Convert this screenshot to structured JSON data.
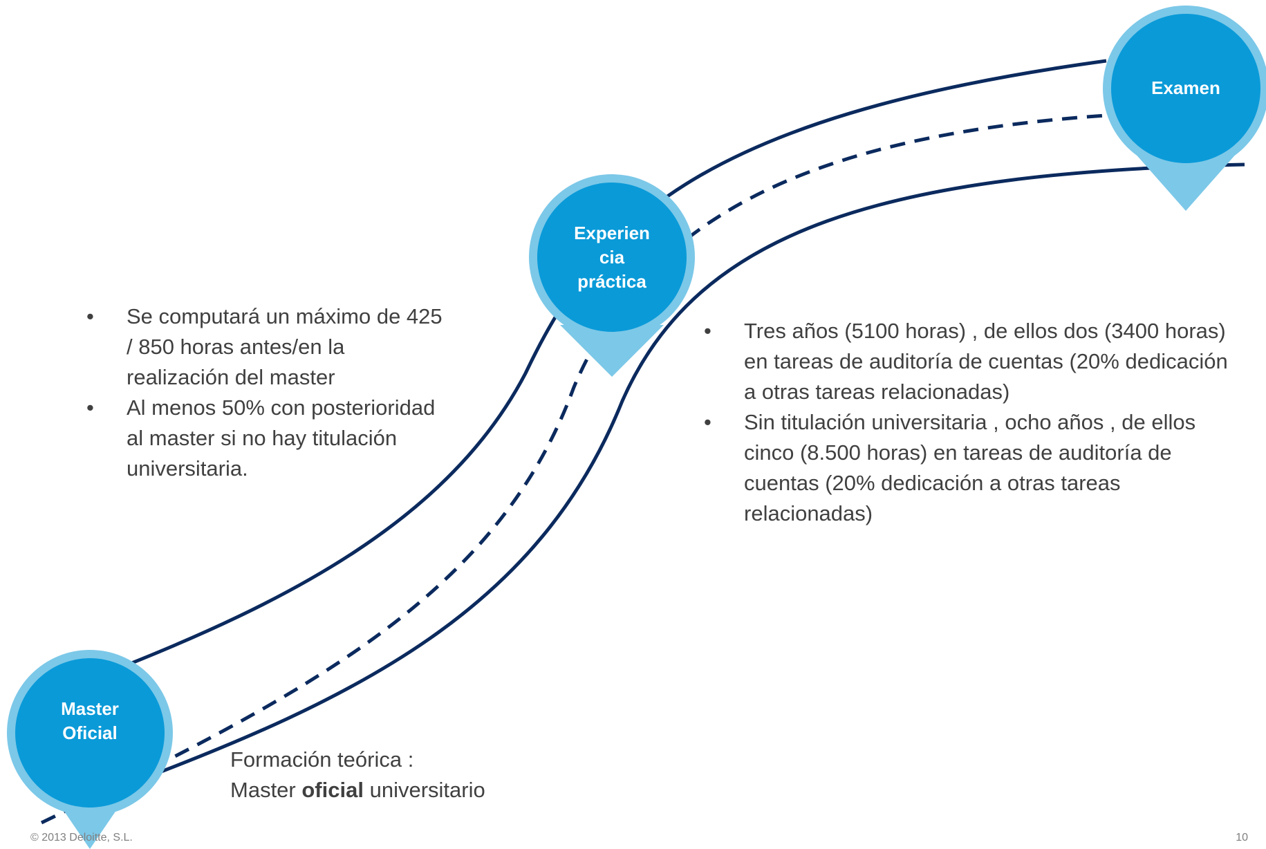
{
  "milestones": {
    "master": {
      "lines": [
        "Master",
        "Oficial"
      ]
    },
    "experience": {
      "lines": [
        "Experien",
        "cia",
        "práctica"
      ]
    },
    "exam": {
      "lines": [
        "Examen"
      ]
    }
  },
  "left_bullets": [
    "Se computará un máximo de 425 / 850 horas antes/en la realización del master",
    "Al menos 50% con posterioridad al master si no hay titulación universitaria."
  ],
  "right_bullets": [
    "Tres años (5100 horas) , de ellos dos (3400 horas) en tareas de auditoría de cuentas (20% dedicación a otras tareas relacionadas)",
    "Sin titulación universitaria , ocho años , de ellos cinco (8.500 horas) en tareas de auditoría de cuentas (20% dedicación a otras tareas relacionadas)"
  ],
  "formation": {
    "line1": "Formación teórica :",
    "line2_prefix": "Master",
    "line2_bold": "oficial",
    "line2_suffix": "universitario"
  },
  "footer": {
    "copyright": "© 2013 Deloitte, S.L.",
    "page_number": "10"
  },
  "colors": {
    "road_edge": "#0b2a5e",
    "pin_fill": "#0a9ad8",
    "pin_ring": "#7cc8e8",
    "text": "#404040"
  }
}
